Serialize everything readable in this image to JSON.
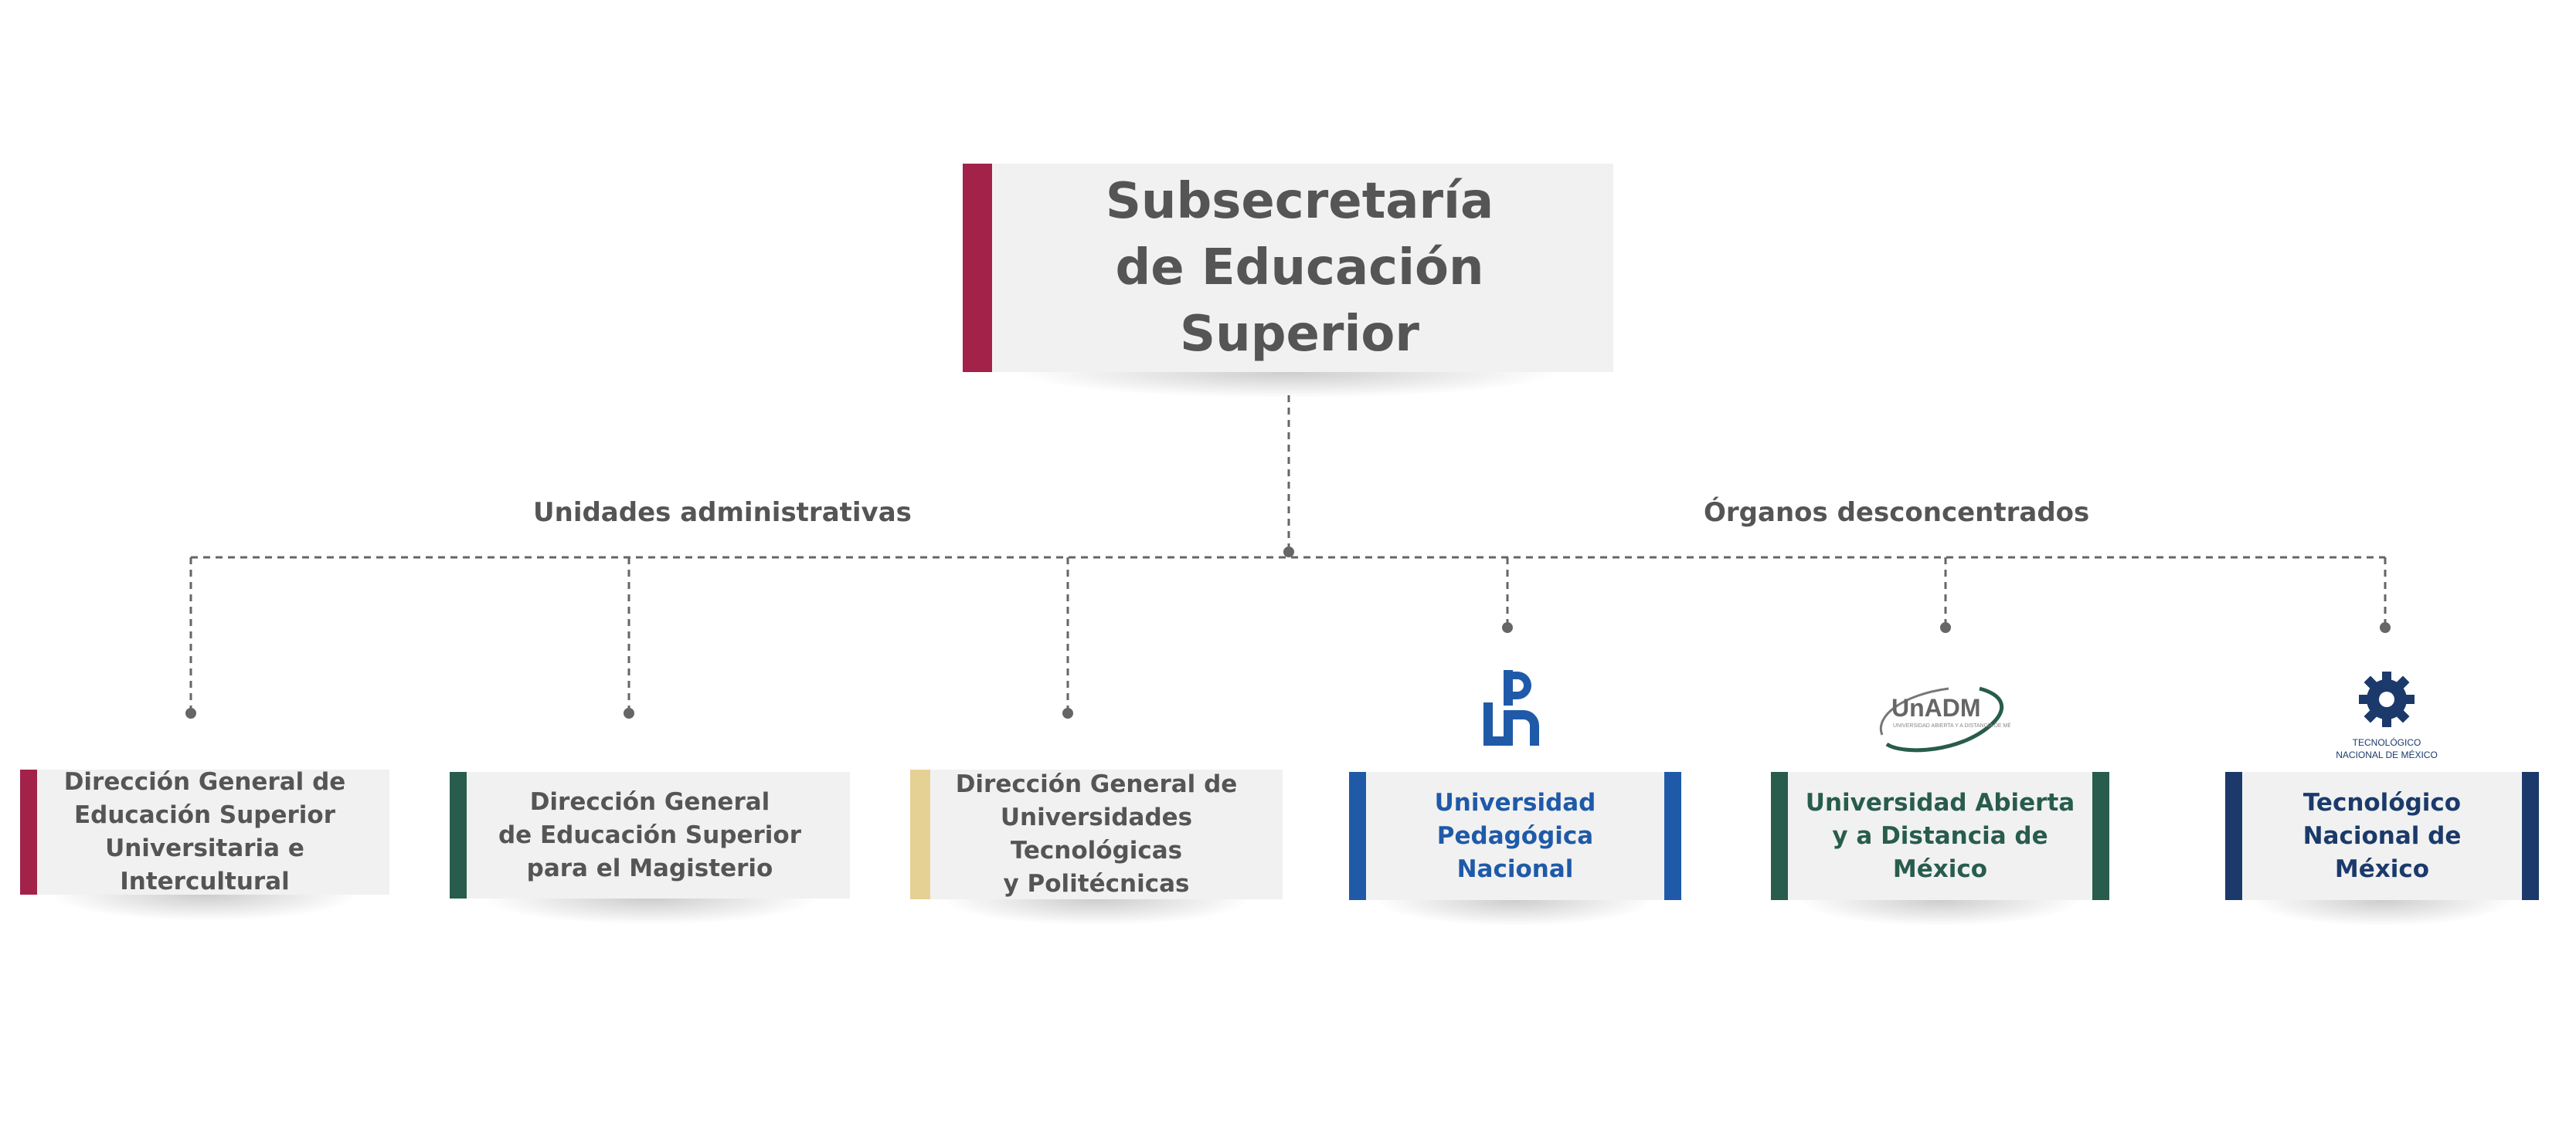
{
  "title": "Subsecretaría de Educación Superior",
  "sections": {
    "left": "Unidades administrativas",
    "right": "Órganos desconcentrados"
  },
  "colors": {
    "guinda": "#a3224a",
    "green": "#285c4d",
    "gold": "#e6d194",
    "blue": "#1f5aa8",
    "navy": "#1b3a6b",
    "text": "#555555",
    "box": "#f1f1f1"
  },
  "units": [
    {
      "lines": [
        "Dirección General de",
        "Educación Superior",
        "Universitaria e Intercultural"
      ]
    },
    {
      "lines": [
        "Dirección General",
        "de Educación Superior",
        "para el Magisterio"
      ]
    },
    {
      "lines": [
        "Dirección General de",
        "Universidades Tecnológicas",
        "y Politécnicas"
      ]
    }
  ],
  "organs": [
    {
      "lines": [
        "Universidad",
        "Pedagógica Nacional"
      ],
      "logo_icon": "upn-logo-icon"
    },
    {
      "lines": [
        "Universidad Abierta",
        "y a Distancia de México"
      ],
      "logo_icon": "unadm-logo-icon",
      "logo_text": "UnADM",
      "logo_subtext": "UNIVERSIDAD ABIERTA Y A DISTANCIA DE MÉXICO"
    },
    {
      "lines": [
        "Tecnológico",
        "Nacional de México"
      ],
      "logo_icon": "tecnm-logo-icon",
      "logo_text": [
        "TECNOLÓGICO",
        "NACIONAL DE MÉXICO"
      ]
    }
  ]
}
